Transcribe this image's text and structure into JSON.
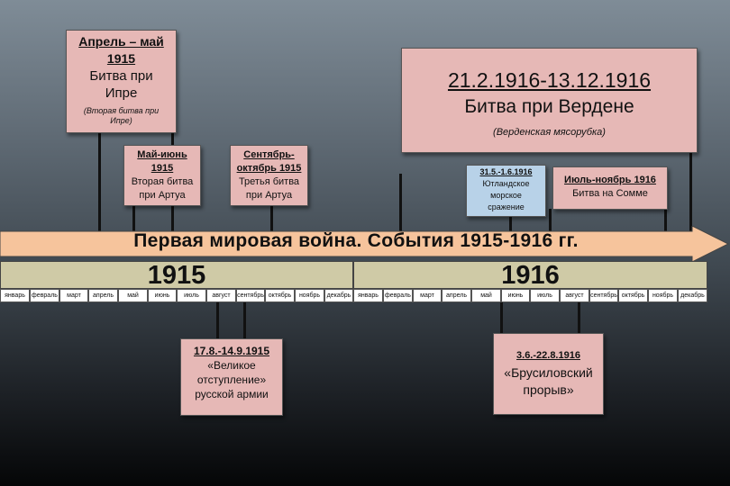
{
  "title": "Первая мировая война. События 1915-1916 гг.",
  "years": [
    "1915",
    "1916"
  ],
  "months_1915": [
    "январь",
    "февраль",
    "март",
    "апрель",
    "май",
    "июнь",
    "июль",
    "август",
    "сентябрь",
    "октябрь",
    "ноябрь",
    "декабрь"
  ],
  "months_1916": [
    "январь",
    "февраль",
    "март",
    "апрель",
    "май",
    "июнь",
    "июль",
    "август",
    "сентябрь",
    "октябрь",
    "ноябрь",
    "декабрь"
  ],
  "events": {
    "ypres": {
      "date": "Апрель – май 1915",
      "name": "Битва при Ипре",
      "sub": "(Вторая битва при Ипре)"
    },
    "verdun": {
      "date": "21.2.1916-13.12.1916",
      "name": "Битва при Вердене",
      "sub": "(Верденская мясорубка)"
    },
    "artois2": {
      "date": "Май-июнь 1915",
      "name": "Вторая битва при Артуа"
    },
    "artois3": {
      "date": "Сентябрь-октябрь 1915",
      "name": "Третья битва при Артуа"
    },
    "jutland": {
      "date": "31.5.-1.6.1916",
      "name": "Ютландское морское сражение"
    },
    "somme": {
      "date": "Июль-ноябрь 1916",
      "name": "Битва на Сомме"
    },
    "retreat": {
      "date": "17.8.-14.9.1915",
      "name": "«Великое отступление» русской армии"
    },
    "brusilov": {
      "date": "3.6.-22.8.1916",
      "name": "«Брусиловский прорыв»"
    }
  },
  "colors": {
    "box": "#e6b8b6",
    "arrow": "#f6c49c",
    "year_band": "#cfcaa6",
    "jutland_box": "#b8d2e8"
  }
}
